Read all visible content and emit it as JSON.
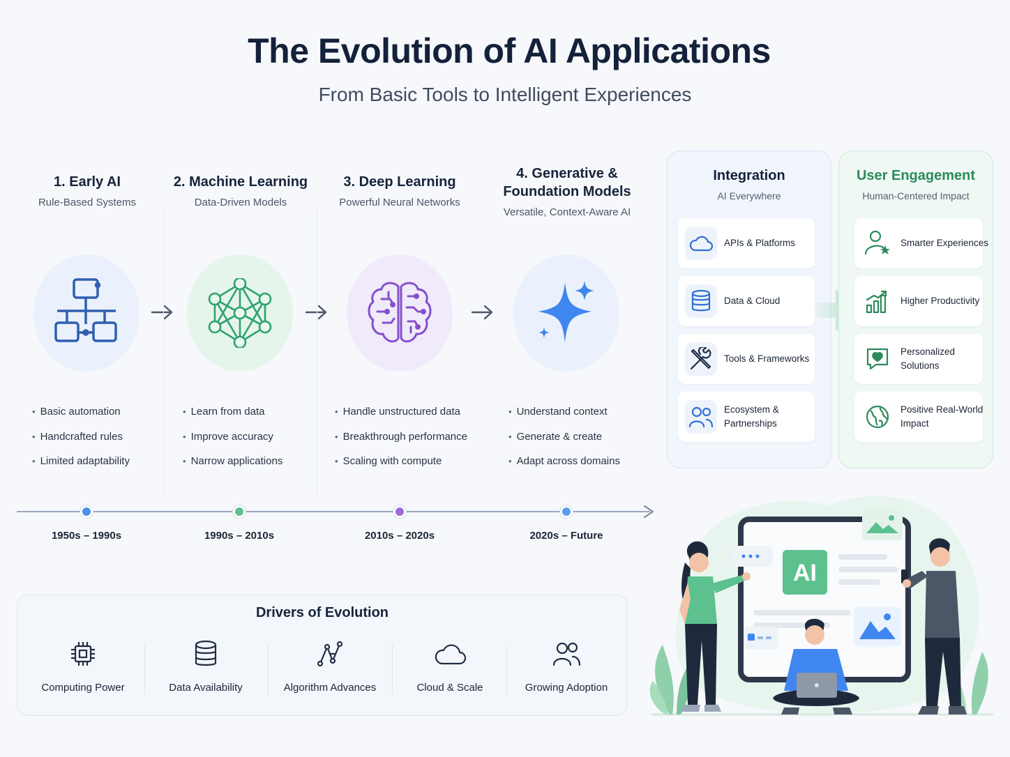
{
  "header": {
    "title": "The Evolution of AI Applications",
    "subtitle": "From Basic Tools to Intelligent Experiences"
  },
  "stages": [
    {
      "title": "1. Early AI",
      "subtitle": "Rule-Based Systems",
      "icon": "flowchart-icon",
      "color": "#2f6fcf",
      "bullets": [
        "Basic automation",
        "Handcrafted rules",
        "Limited adaptability"
      ],
      "period": "1950s – 1990s"
    },
    {
      "title": "2. Machine Learning",
      "subtitle": "Data-Driven Models",
      "icon": "neural-network-icon",
      "color": "#39b27a",
      "bullets": [
        "Learn from data",
        "Improve accuracy",
        "Narrow applications"
      ],
      "period": "1990s – 2010s"
    },
    {
      "title": "3. Deep Learning",
      "subtitle": "Powerful Neural Networks",
      "icon": "brain-circuit-icon",
      "color": "#8a55d6",
      "bullets": [
        "Handle unstructured data",
        "Breakthrough performance",
        "Scaling with compute"
      ],
      "period": "2010s – 2020s"
    },
    {
      "title_line1": "4. Generative &",
      "title_line2": "Foundation Models",
      "subtitle": "Versatile, Context-Aware AI",
      "icon": "sparkle-icon",
      "color": "#3f86f0",
      "bullets": [
        "Understand context",
        "Generate & create",
        "Adapt across domains"
      ],
      "period": "2020s – Future"
    }
  ],
  "integration": {
    "title": "Integration",
    "subtitle": "AI Everywhere",
    "items": [
      {
        "label": "APIs & Platforms",
        "icon": "cloud-icon"
      },
      {
        "label": "Data & Cloud",
        "icon": "database-icon"
      },
      {
        "label": "Tools & Frameworks",
        "icon": "tools-icon"
      },
      {
        "label_line1": "Ecosystem &",
        "label_line2": "Partnerships",
        "icon": "users-icon"
      }
    ]
  },
  "engagement": {
    "title": "User Engagement",
    "subtitle": "Human-Centered Impact",
    "items": [
      {
        "label": "Smarter Experiences",
        "icon": "user-star-icon"
      },
      {
        "label": "Higher Productivity",
        "icon": "growth-chart-icon"
      },
      {
        "label_line1": "Personalized",
        "label_line2": "Solutions",
        "icon": "heart-chat-icon"
      },
      {
        "label_line1": "Positive Real-World",
        "label_line2": "Impact",
        "icon": "globe-icon"
      }
    ]
  },
  "drivers": {
    "title": "Drivers of Evolution",
    "items": [
      {
        "label": "Computing Power",
        "icon": "chip-icon"
      },
      {
        "label": "Data Availability",
        "icon": "database-icon"
      },
      {
        "label": "Algorithm Advances",
        "icon": "algorithm-icon"
      },
      {
        "label": "Cloud & Scale",
        "icon": "cloud-icon"
      },
      {
        "label": "Growing Adoption",
        "icon": "users-icon"
      }
    ]
  },
  "illustration": {
    "screen_badge": "AI"
  },
  "colors": {
    "integration_title": "#14213a",
    "engagement_title": "#2b8a5b",
    "accent_green": "#5cc08f",
    "accent_blue": "#3f86f0"
  }
}
